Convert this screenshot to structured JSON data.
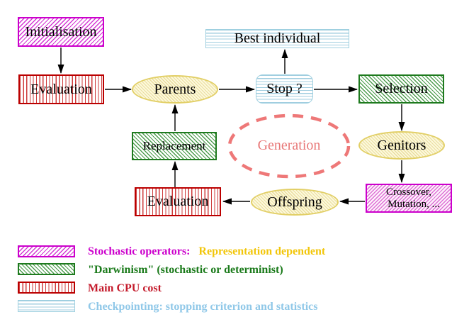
{
  "diagram": {
    "nodes": {
      "initialisation": {
        "label": "Initialisation"
      },
      "evaluation_top": {
        "label": "Evaluation"
      },
      "parents": {
        "label": "Parents"
      },
      "stop": {
        "label": "Stop ?"
      },
      "best_individual": {
        "label": "Best individual"
      },
      "selection": {
        "label": "Selection"
      },
      "genitors": {
        "label": "Genitors"
      },
      "crossover": {
        "line1": "Crossover,",
        "line2": "Mutation, ..."
      },
      "offspring": {
        "label": "Offspring"
      },
      "evaluation_bottom": {
        "label": "Evaluation"
      },
      "replacement": {
        "label": "Replacement"
      },
      "generation": {
        "label": "Generation"
      }
    },
    "colors": {
      "magenta": "#cc00cc",
      "red": "#bb0000",
      "green": "#1e7a1e",
      "cyan_border": "#9fd0e0",
      "yellow_border": "#e2cf66",
      "yellow_fill": "#fdf9dc",
      "salmon_dashed": "#ee7878",
      "arrow": "#000000"
    }
  },
  "legend": {
    "items": [
      {
        "swatch": "magenta-diagonal-hatch",
        "label": "Stochastic operators:",
        "label2": "Representation dependent",
        "color": "#cc00cc",
        "color2": "#f2c60a"
      },
      {
        "swatch": "green-diagonal-hatch",
        "label": "\"Darwinism\" (stochastic or determinist)",
        "color": "#1a7a1a"
      },
      {
        "swatch": "red-vertical-stripes",
        "label": "Main CPU cost",
        "color": "#c41a2b"
      },
      {
        "swatch": "cyan-horizontal-stripes",
        "label": "Checkpointing: stopping criterion and statistics",
        "color": "#90c8e8"
      }
    ]
  }
}
